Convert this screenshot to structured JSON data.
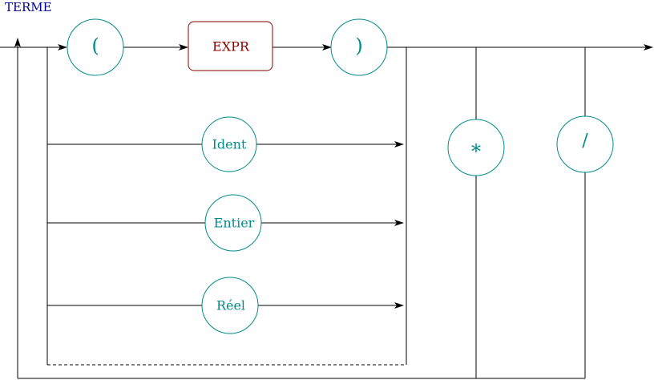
{
  "title": "TERME",
  "nodes": {
    "lparen": "(",
    "expr": "EXPR",
    "rparen": ")",
    "ident": "Ident",
    "entier": "Entier",
    "reel": "Réel",
    "times": "*",
    "divide": "/"
  },
  "colors": {
    "terminal": "#008b8b",
    "nonterminal": "#8b0000",
    "title": "#00008b",
    "line": "#000000"
  }
}
